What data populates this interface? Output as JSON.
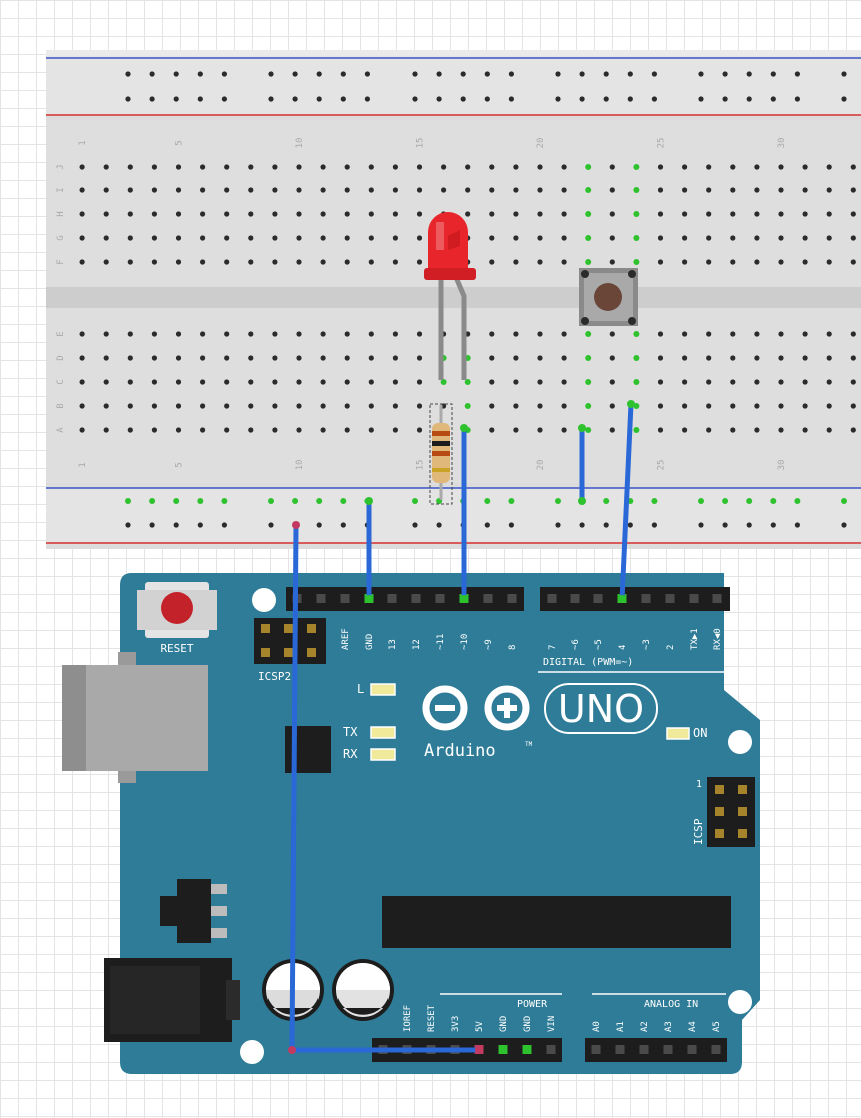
{
  "breadboard": {
    "column_numbers": [
      "1",
      "5",
      "10",
      "15",
      "20",
      "25",
      "30"
    ],
    "row_letters_top": [
      "J",
      "I",
      "H",
      "G",
      "F"
    ],
    "row_letters_bottom": [
      "E",
      "D",
      "C",
      "B",
      "A"
    ]
  },
  "arduino": {
    "reset_label": "RESET",
    "icsp2_label": "ICSP2",
    "icsp_label": "ICSP",
    "icsp_pin1": "1",
    "uno_label": "UNO",
    "brand_label": "Arduino",
    "trademark": "TM",
    "on_label": "ON",
    "l_label": "L",
    "tx_label": "TX",
    "rx_label": "RX",
    "digital_label": "DIGITAL (PWM=~)",
    "power_label": "POWER",
    "analog_label": "ANALOG IN",
    "header_top_left_pins": [
      "AREF",
      "GND",
      "13",
      "12",
      "~11",
      "~10",
      "~9",
      "8"
    ],
    "header_top_right_pins": [
      "7",
      "~6",
      "~5",
      "4",
      "~3",
      "2",
      "TX▶1",
      "RX◀0"
    ],
    "power_pins": [
      "IOREF",
      "RESET",
      "3V3",
      "5V",
      "GND",
      "GND",
      "VIN"
    ],
    "analog_pins": [
      "A0",
      "A1",
      "A2",
      "A3",
      "A4",
      "A5"
    ]
  },
  "colors": {
    "board": "#2e7c97",
    "wire": "#2a68d8",
    "active_hole": "#2ec22e",
    "led": "#e8252a",
    "rail_red": "#d53030",
    "rail_blue": "#3a54c8"
  }
}
